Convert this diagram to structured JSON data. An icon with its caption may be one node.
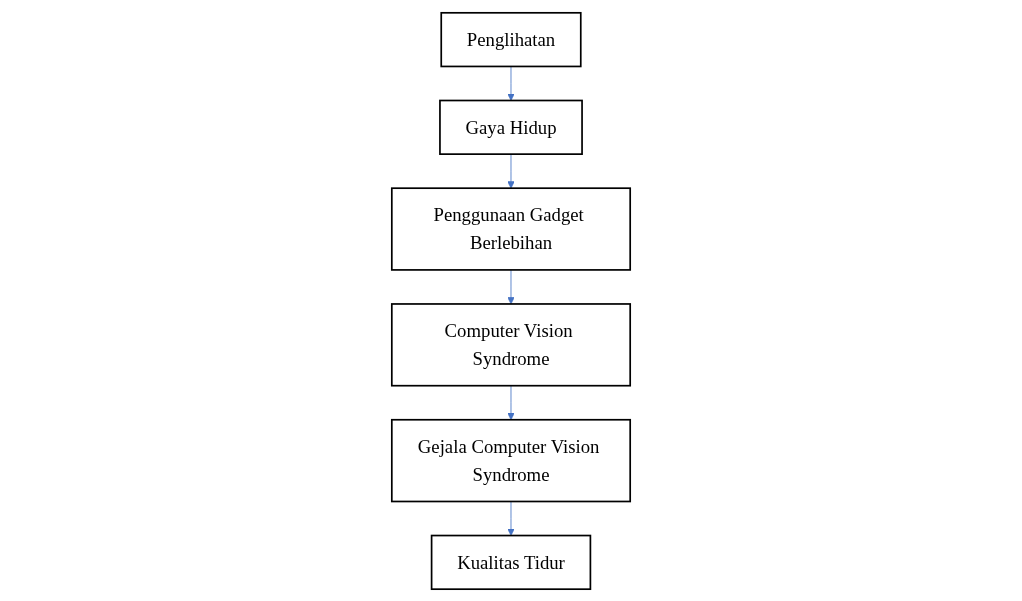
{
  "diagram": {
    "nodes": [
      {
        "text": [
          "Penglihatan"
        ]
      },
      {
        "text": [
          "Gaya Hidup"
        ]
      },
      {
        "text": [
          "Penggunaan Gadget Berlebihan"
        ]
      },
      {
        "text": [
          "Computer Vision Syndrome"
        ]
      },
      {
        "text": [
          "Gejala Computer Vision Syndrome"
        ]
      },
      {
        "text": [
          "Kualitas Tidur"
        ]
      }
    ],
    "edges": [
      {
        "from": 0,
        "to": 1,
        "arrow": "to"
      },
      {
        "from": 1,
        "to": 2,
        "arrow": "to"
      },
      {
        "from": 2,
        "to": 3,
        "arrow": "to"
      },
      {
        "from": 3,
        "to": 4,
        "arrow": "to"
      },
      {
        "from": 4,
        "to": 5,
        "arrow": "to"
      }
    ]
  }
}
